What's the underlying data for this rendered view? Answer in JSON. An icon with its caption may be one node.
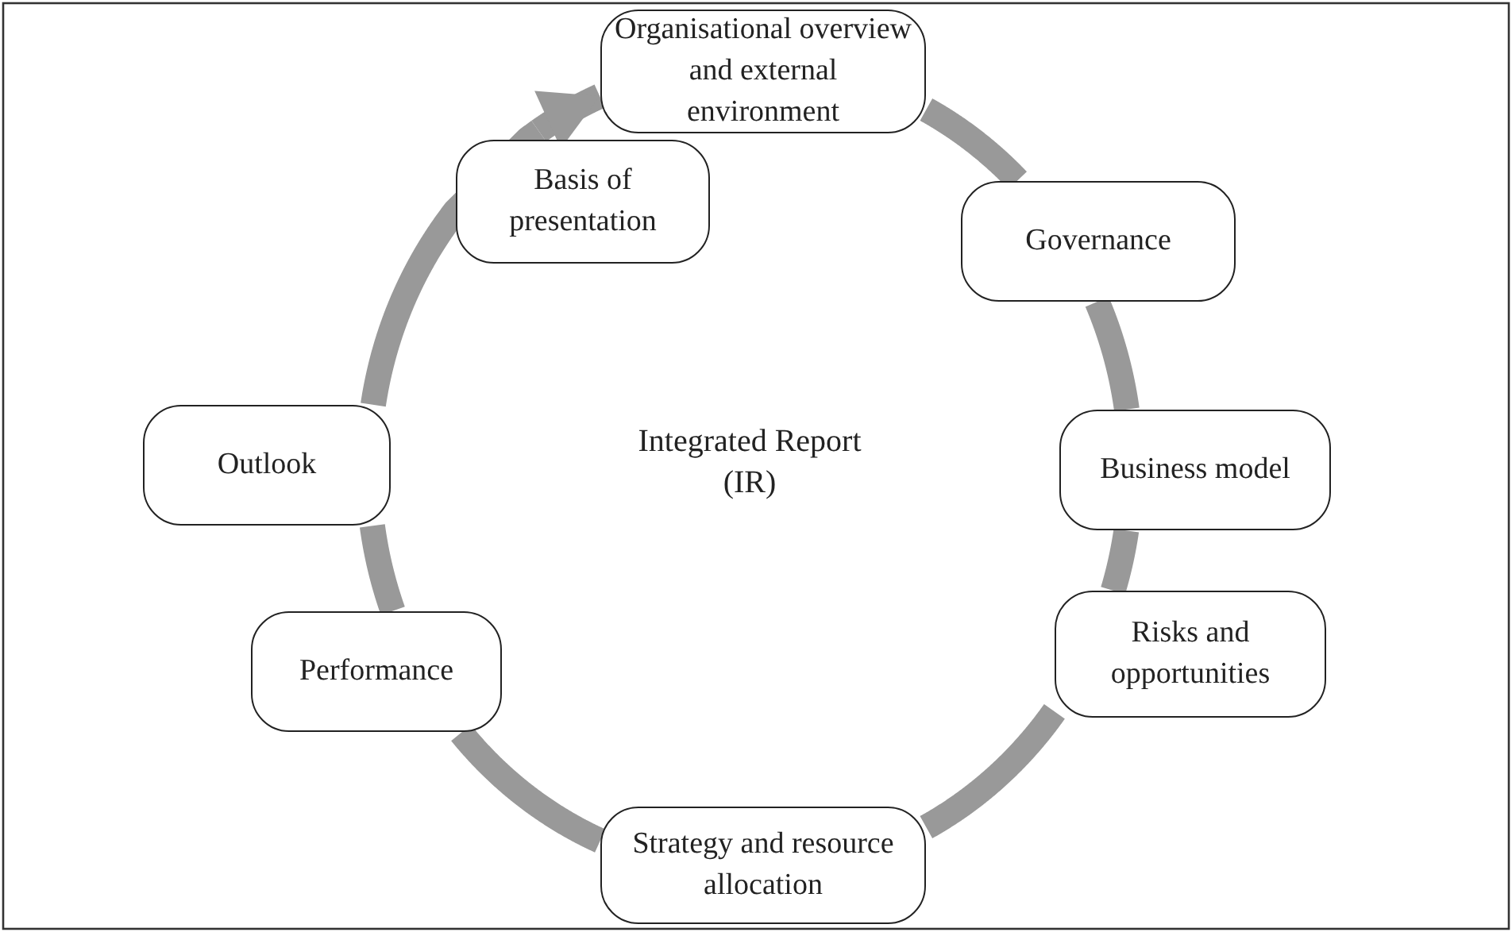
{
  "diagram": {
    "nodes": [
      {
        "text": [
          "Organisational overview and external environment"
        ]
      },
      {
        "text": [
          "Governance"
        ]
      },
      {
        "text": [
          "Business model"
        ]
      },
      {
        "text": [
          "Risks and opportunities"
        ]
      },
      {
        "text": [
          "Strategy and resource allocation"
        ]
      },
      {
        "text": [
          "Performance"
        ]
      },
      {
        "text": [
          "Outlook"
        ]
      },
      {
        "text": [
          "Basis of presentation"
        ]
      }
    ],
    "edges": [
      {
        "from": 0,
        "to": 1,
        "arrow": "none"
      },
      {
        "from": 1,
        "to": 2,
        "arrow": "none"
      },
      {
        "from": 2,
        "to": 3,
        "arrow": "none"
      },
      {
        "from": 3,
        "to": 4,
        "arrow": "none"
      },
      {
        "from": 4,
        "to": 5,
        "arrow": "none"
      },
      {
        "from": 5,
        "to": 6,
        "arrow": "none"
      },
      {
        "from": 6,
        "to": 7,
        "arrow": "none"
      },
      {
        "from": 7,
        "to": 0,
        "arrow": "to"
      }
    ],
    "labels": [
      "Integrated Report (IR)"
    ]
  }
}
